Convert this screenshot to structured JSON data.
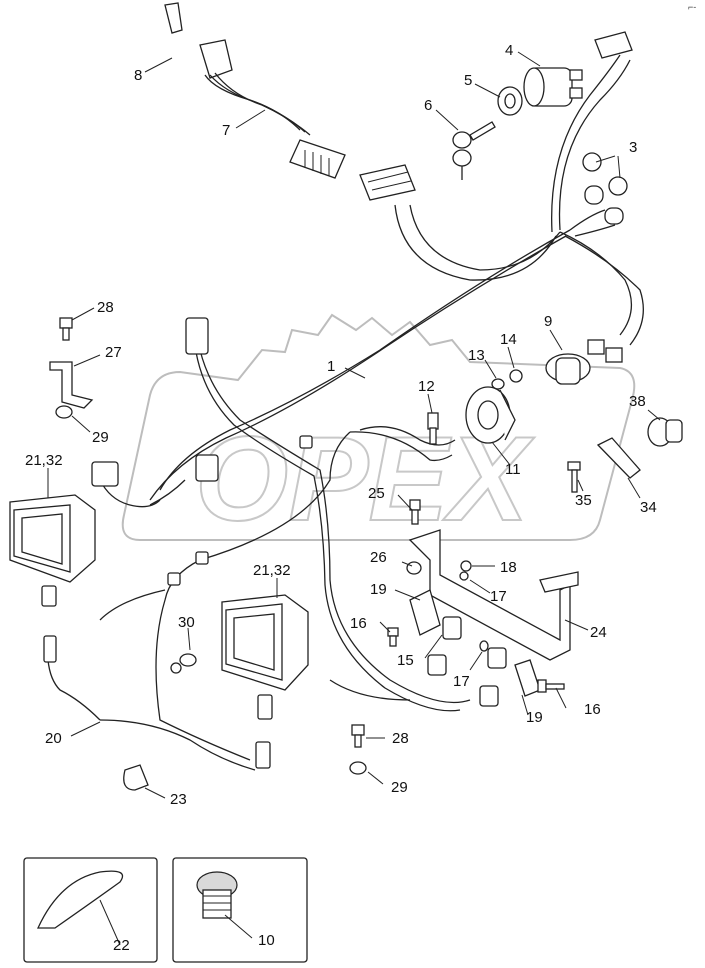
{
  "corner_mark": "⌐-",
  "callouts": {
    "c1": "1",
    "c3": "3",
    "c4": "4",
    "c5": "5",
    "c6": "6",
    "c7": "7",
    "c8": "8",
    "c9": "9",
    "c10": "10",
    "c11": "11",
    "c12": "12",
    "c13": "13",
    "c14": "14",
    "c15": "15",
    "c16a": "16",
    "c16b": "16",
    "c17a": "17",
    "c17b": "17",
    "c18": "18",
    "c19a": "19",
    "c19b": "19",
    "c20": "20",
    "c21a": "21,32",
    "c21b": "21,32",
    "c22": "22",
    "c23": "23",
    "c24": "24",
    "c25": "25",
    "c26": "26",
    "c27": "27",
    "c28a": "28",
    "c28b": "28",
    "c29a": "29",
    "c29b": "29",
    "c30": "30",
    "c34": "34",
    "c35": "35",
    "c38": "38"
  },
  "watermark": "OPEX"
}
